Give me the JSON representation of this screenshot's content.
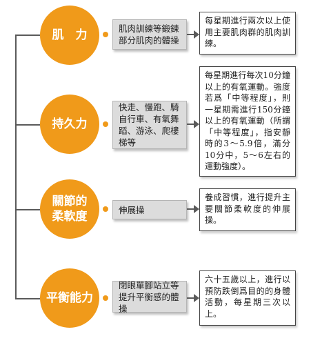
{
  "rows": [
    {
      "category": "肌　力",
      "activity": "肌肉訓練等鍛鍊部分肌肉的體操",
      "note": "每星期進行兩次以上使用主要肌肉群的肌肉訓練。"
    },
    {
      "category": "持久力",
      "activity": "快走、慢跑、騎自行車、有氧舞蹈、游泳、爬樓梯等",
      "note": "每星期進行每次10分鐘以上的有氧運動。強度若爲「中等程度」，則一星期需進行150分鐘以上的有氧運動（所謂「中等程度」，指安靜時的3～5.9倍，滿分10分中，5～6左右的運動強度）。"
    },
    {
      "category": "關節的\n柔軟度",
      "activity": "伸展操",
      "note": "養成習慣，進行提升主要關節柔軟度的伸展操。"
    },
    {
      "category": "平衡能力",
      "activity": "閉眼單腳站立等提升平衡感的體操",
      "note": "六十五歲以上，進行以預防跌倒爲目的的身體活動，每星期三次以上。"
    }
  ],
  "colors": {
    "accent": "#f09a1a",
    "connector": "#5a5a5a",
    "box_fill": "#dcdcdc"
  }
}
